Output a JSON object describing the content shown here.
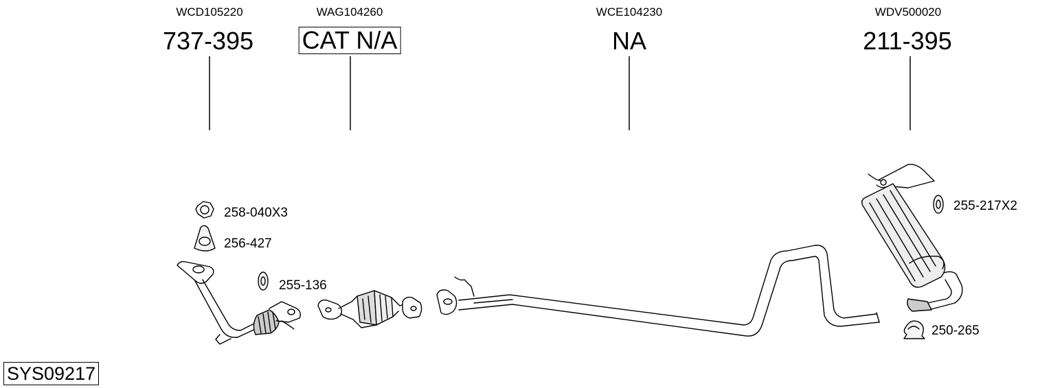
{
  "columns": [
    {
      "ref_code": "WCD105220",
      "part_no": "737-395",
      "boxed": false
    },
    {
      "ref_code": "WAG104260",
      "part_no": "CAT N/A",
      "boxed": true
    },
    {
      "ref_code": "WCE104230",
      "part_no": "NA",
      "boxed": false
    },
    {
      "ref_code": "WDV500020",
      "part_no": "211-395",
      "boxed": false
    }
  ],
  "accessories": {
    "nut": "258-040X3",
    "gasket": "256-427",
    "hanger_front": "255-136",
    "hanger_rear": "255-217X2",
    "clamp": "250-265"
  },
  "system_id": "SYS09217"
}
